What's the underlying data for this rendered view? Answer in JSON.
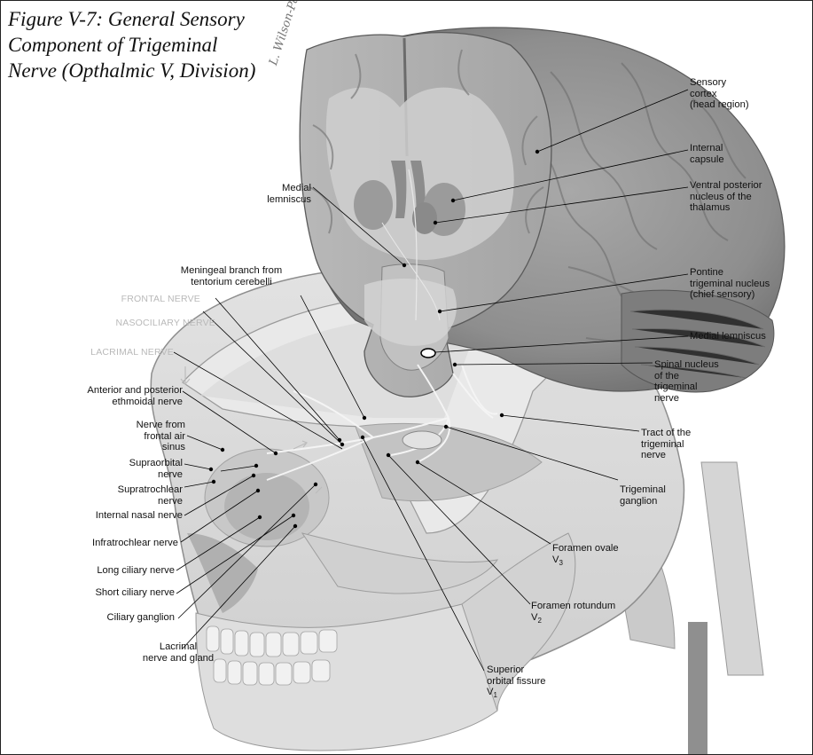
{
  "title_lines": [
    "Figure V-7: General Sensory",
    "Component of Trigeminal",
    "Nerve (Opthalmic V, Division)"
  ],
  "signature": "L. Wilson-Pauwels",
  "labels": {
    "sensory_cortex": [
      "Sensory",
      "cortex",
      "(head region)"
    ],
    "internal_capsule": [
      "Internal",
      "capsule"
    ],
    "ventral_posterior_nucleus": [
      "Ventral posterior",
      "nucleus of the",
      "thalamus"
    ],
    "medial_lemniscus_top": [
      "Medial",
      "lemniscus"
    ],
    "meningeal_branch": [
      "Meningeal branch from",
      "tentorium cerebelli"
    ],
    "pontine_nucleus": [
      "Pontine",
      "trigeminal nucleus",
      "(chief sensory)"
    ],
    "medial_lemniscus_right": [
      "Medial lemniscus"
    ],
    "frontal_nerve": [
      "FRONTAL NERVE"
    ],
    "nasociliary_nerve": [
      "NASOCILIARY NERVE"
    ],
    "lacrimal_nerve_caps": [
      "LACRIMAL NERVE"
    ],
    "spinal_nucleus": [
      "Spinal nucleus",
      "of the",
      "trigeminal",
      "nerve"
    ],
    "ant_post_ethmoidal": [
      "Anterior and posterior",
      "ethmoidal nerve"
    ],
    "frontal_air_sinus": [
      "Nerve from",
      "frontal air",
      "sinus"
    ],
    "tract_trigeminal": [
      "Tract of the",
      "trigeminal",
      "nerve"
    ],
    "supraorbital": [
      "Supraorbital",
      "nerve"
    ],
    "supratrochlear": [
      "Supratrochlear",
      "nerve"
    ],
    "internal_nasal": [
      "Internal nasal nerve"
    ],
    "trigeminal_ganglion": [
      "Trigeminal",
      "ganglion"
    ],
    "infratrochlear": [
      "Infratrochlear nerve"
    ],
    "foramen_ovale": {
      "name": "Foramen ovale",
      "v": "V",
      "sub": "3"
    },
    "long_ciliary": [
      "Long ciliary nerve"
    ],
    "short_ciliary": [
      "Short ciliary nerve"
    ],
    "ciliary_ganglion": [
      "Ciliary ganglion"
    ],
    "foramen_rotundum": {
      "name": "Foramen rotundum",
      "v": "V",
      "sub": "2"
    },
    "lacrimal_gland": [
      "Lacrimal",
      "nerve and gland"
    ],
    "superior_orbital": {
      "lines": [
        "Superior",
        "orbital fissure"
      ],
      "v": "V",
      "sub": "1"
    }
  }
}
